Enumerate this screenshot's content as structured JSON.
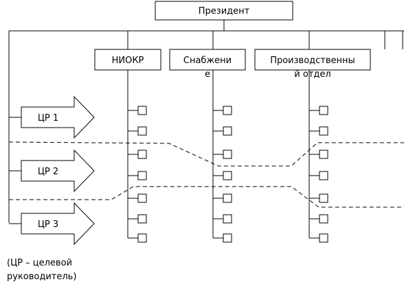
{
  "president": "Президент",
  "departments": [
    {
      "line1": "НИОКР",
      "line2": ""
    },
    {
      "line1": "Снабжени",
      "line2": "е"
    },
    {
      "line1": "Производственны",
      "line2": "й отдел"
    }
  ],
  "target_managers": [
    "ЦР 1",
    "ЦР 2",
    "ЦР 3"
  ],
  "note": {
    "line1": "(ЦР – целевой",
    "line2": "руководитель)"
  }
}
